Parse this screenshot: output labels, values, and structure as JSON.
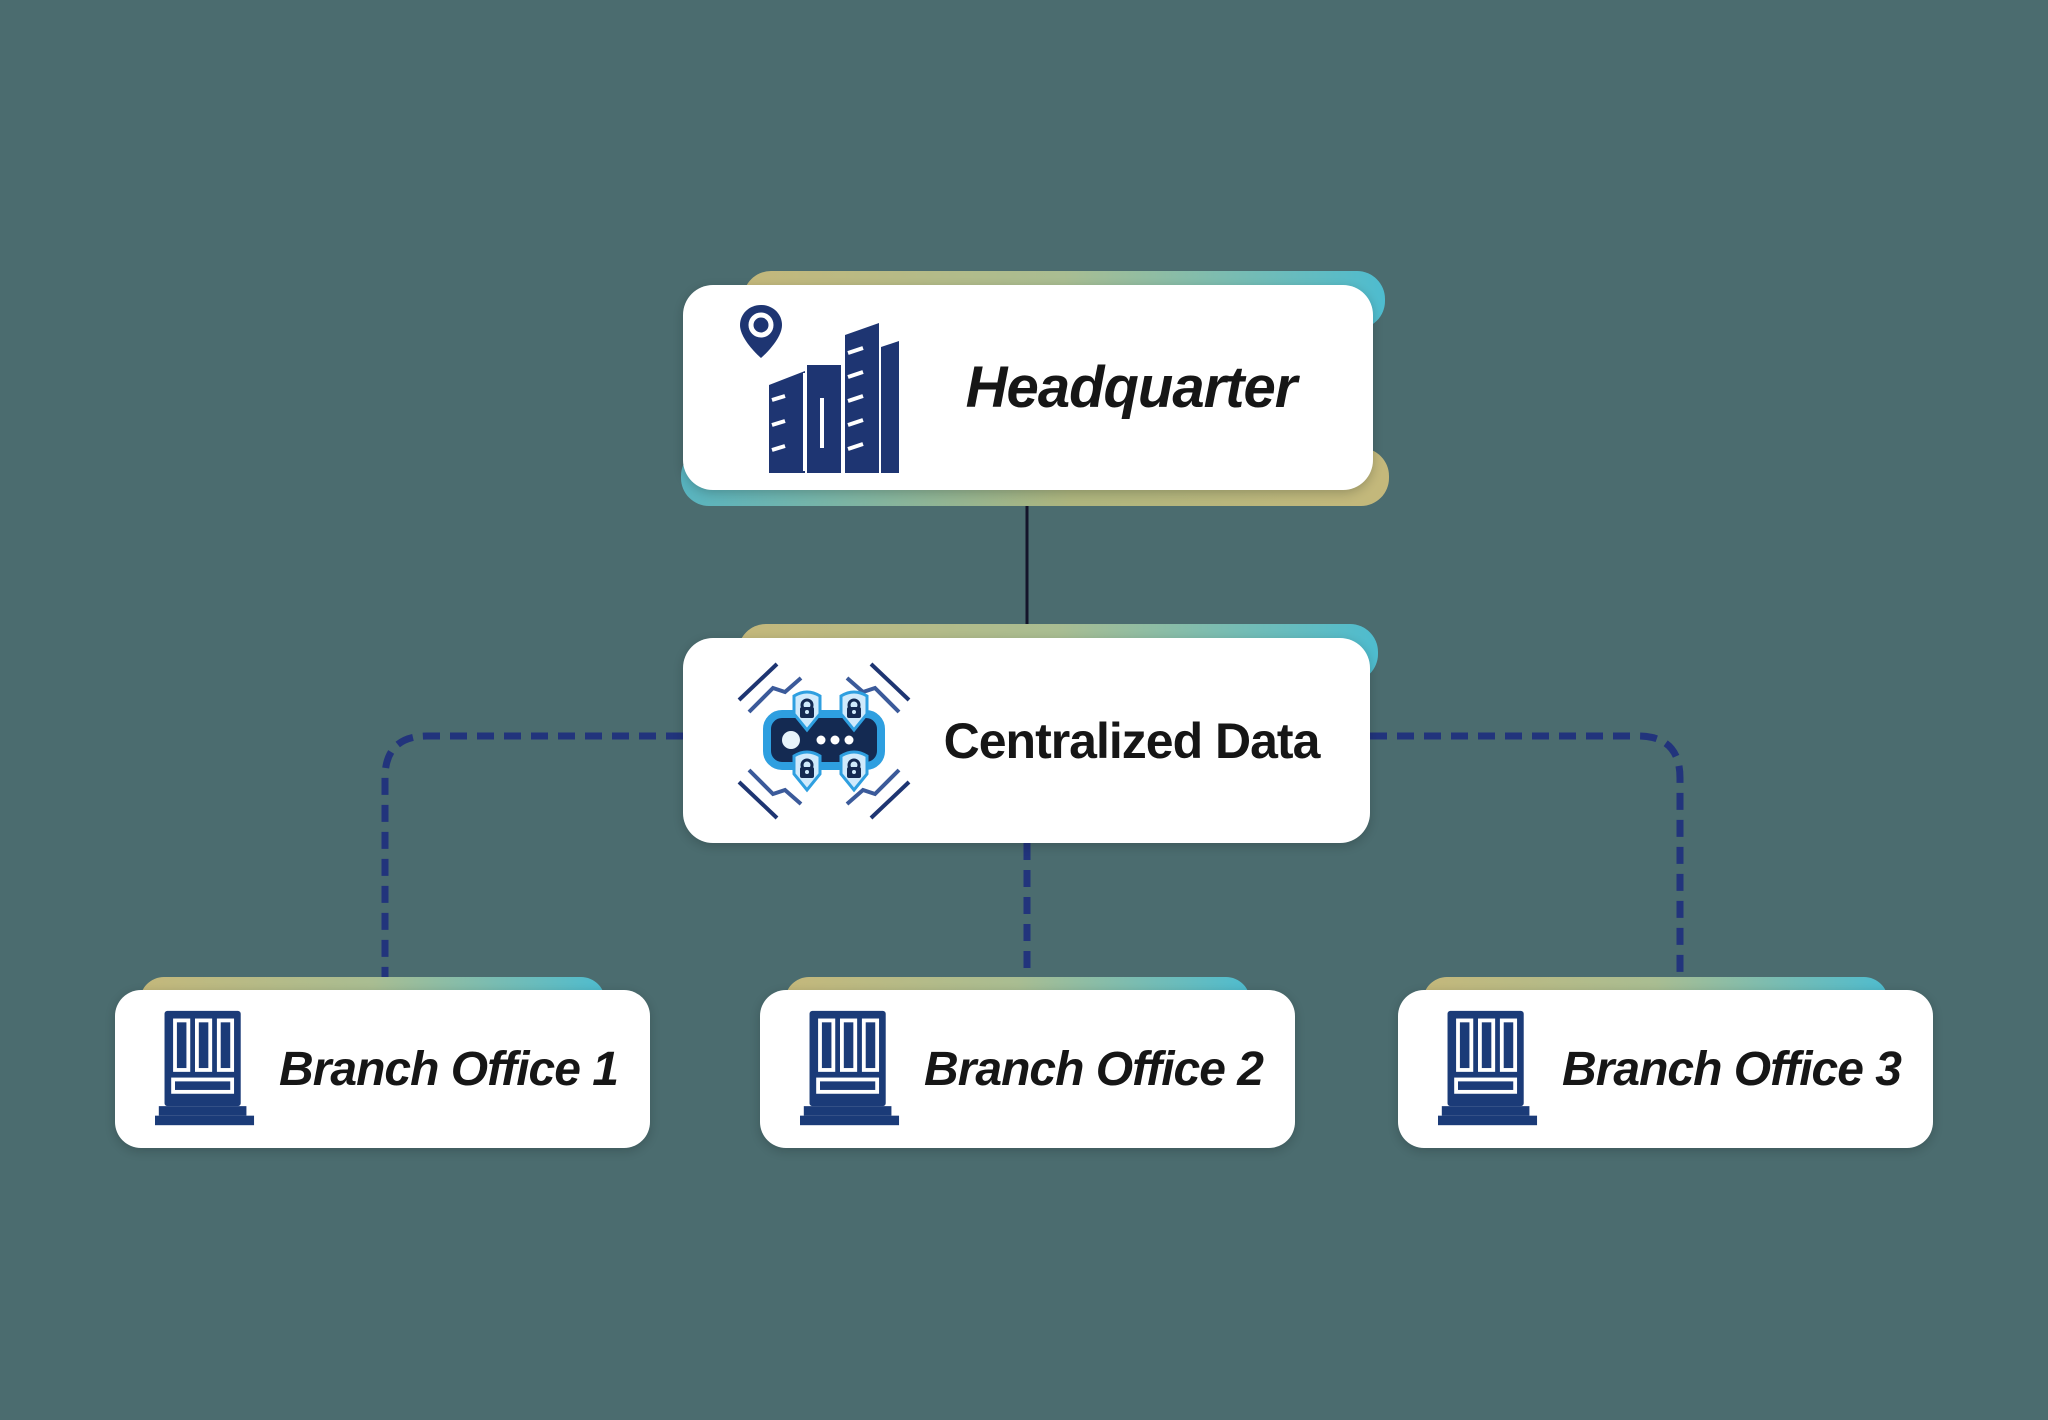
{
  "canvas": {
    "background": "#4B6C6F"
  },
  "palette": {
    "card_white": "#FFFFFF",
    "text": "#161616",
    "navy_icon": "#1E3572",
    "bank_icon_navy": "#1B3B78",
    "server_navy": "#142A52",
    "icon_bright_blue": "#2E9FE0",
    "icon_light_blue": "#CFEAFC",
    "dashed_line_blue": "#22347C",
    "solid_line_dark": "#14142A",
    "gradient_tan": "#C4B87B",
    "gradient_sage": "#A9BD92",
    "gradient_cyan": "#4EBCCF",
    "gradient_teal": "#58B4C0"
  },
  "nodes": {
    "headquarter": {
      "label": "Headquarter",
      "icon": "city-buildings-location-pin-icon"
    },
    "centralized": {
      "label": "Centralized Data",
      "icon": "secure-server-network-icon"
    },
    "branch1": {
      "label": "Branch Office 1",
      "icon": "bank-building-icon"
    },
    "branch2": {
      "label": "Branch Office 2",
      "icon": "bank-building-icon"
    },
    "branch3": {
      "label": "Branch Office 3",
      "icon": "bank-building-icon"
    }
  },
  "connections": [
    {
      "from": "headquarter",
      "to": "centralized",
      "style": "solid"
    },
    {
      "from": "centralized",
      "to": "branch1",
      "style": "dashed"
    },
    {
      "from": "centralized",
      "to": "branch2",
      "style": "dashed"
    },
    {
      "from": "centralized",
      "to": "branch3",
      "style": "dashed"
    }
  ]
}
